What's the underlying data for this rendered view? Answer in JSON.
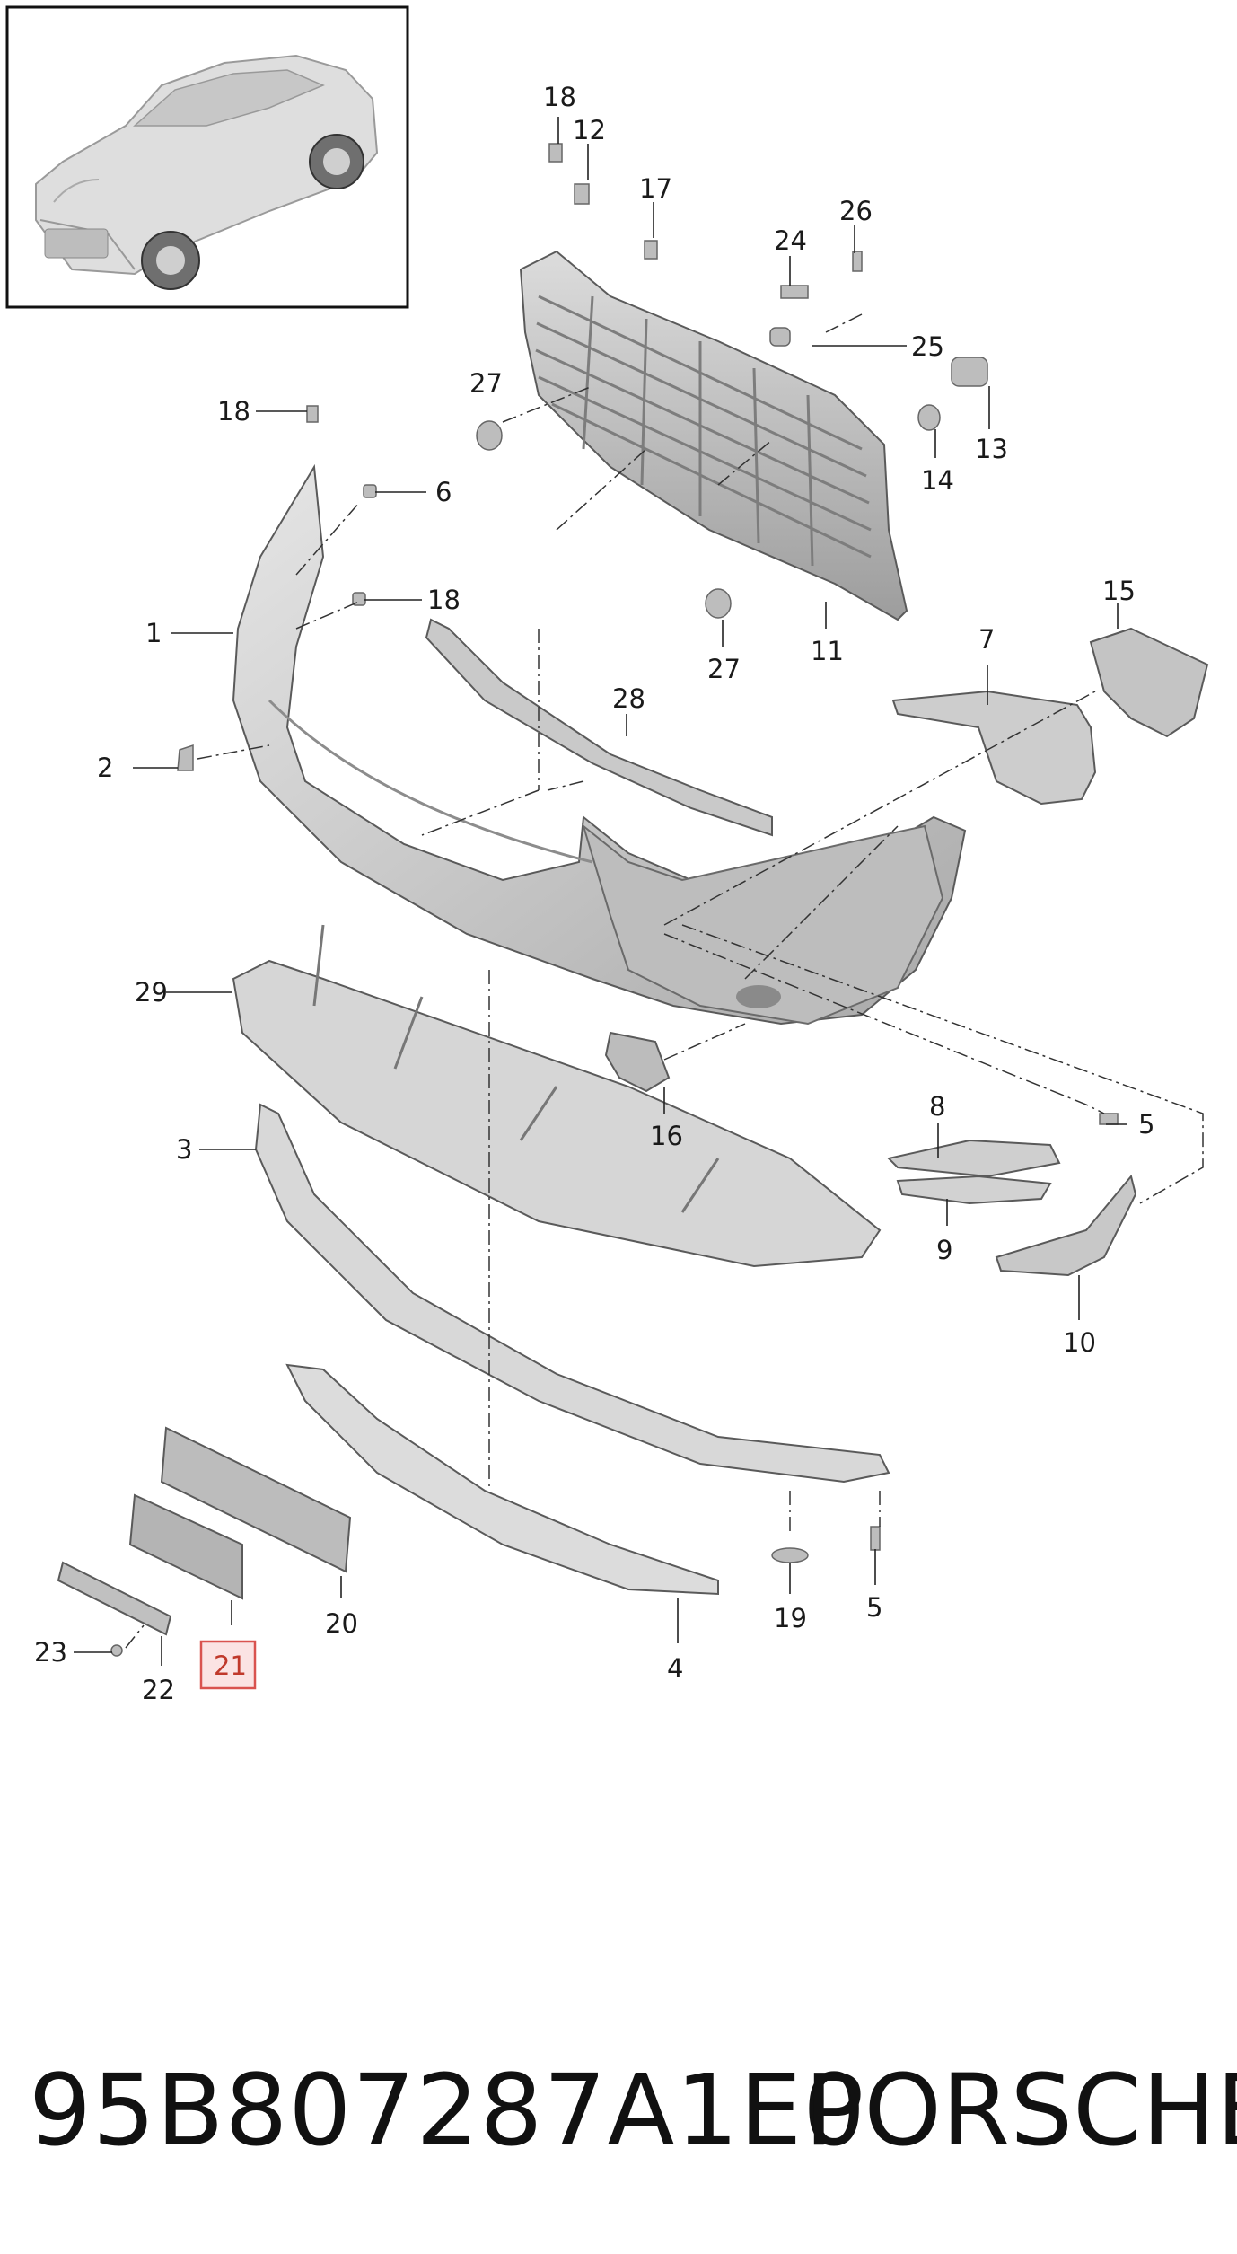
{
  "diagram": {
    "callouts": {
      "c1": "1",
      "c2": "2",
      "c3": "3",
      "c4": "4",
      "c5a": "5",
      "c5b": "5",
      "c6": "6",
      "c7": "7",
      "c8": "8",
      "c9": "9",
      "c10": "10",
      "c11": "11",
      "c12": "12",
      "c13": "13",
      "c14": "14",
      "c15": "15",
      "c16": "16",
      "c17": "17",
      "c18a": "18",
      "c18b": "18",
      "c18c": "18",
      "c19": "19",
      "c20": "20",
      "c21": "21",
      "c22": "22",
      "c23": "23",
      "c24": "24",
      "c25": "25",
      "c26": "26",
      "c27a": "27",
      "c27b": "27",
      "c28": "28",
      "c29": "29"
    },
    "highlighted_callout": "21",
    "highlight_color": "#d9534f",
    "highlight_fill": "#fbe3e3"
  },
  "footer": {
    "part_number": "95B807287A1E0",
    "brand": "PORSCHE"
  },
  "colors": {
    "part_fill": "#d4d4d4",
    "part_shade": "#b5b5b5",
    "line": "#222222"
  }
}
